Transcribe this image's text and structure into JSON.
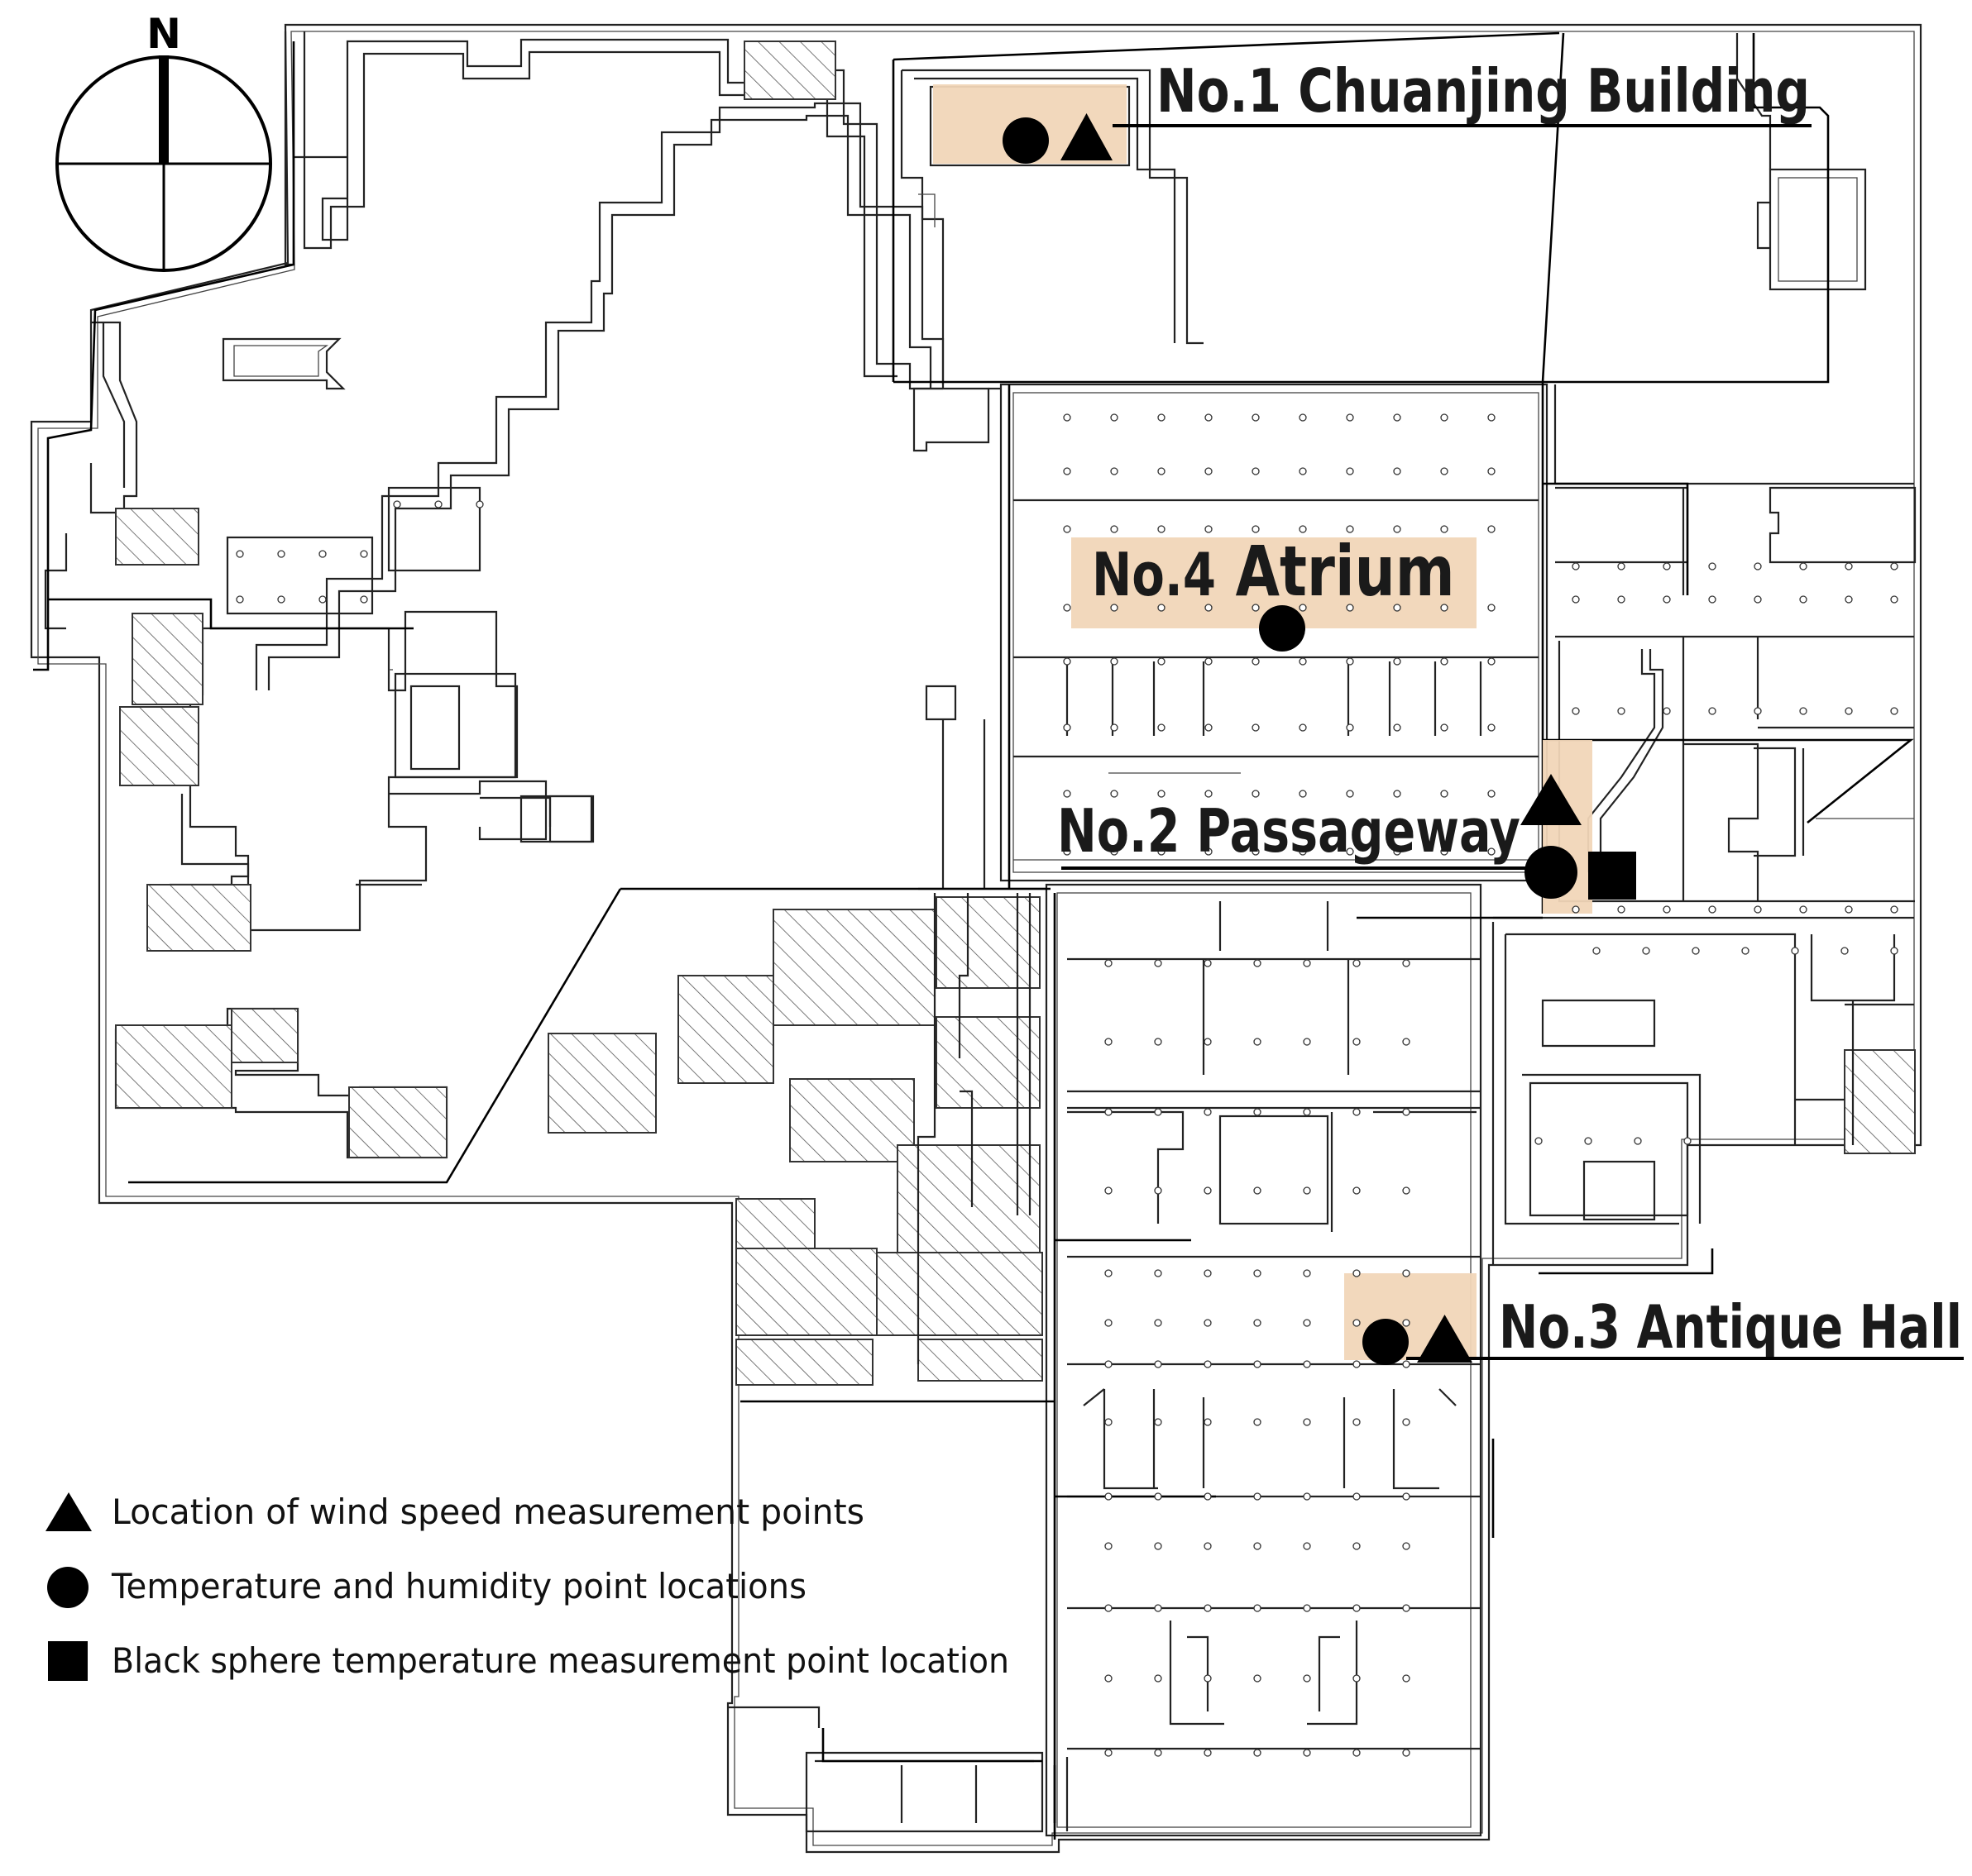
{
  "compass": {
    "north_label": "N"
  },
  "colors": {
    "zone_fill": "#f1d6b8",
    "marker": "#000000",
    "wall": "#222222"
  },
  "locations": [
    {
      "id": "chuanjing",
      "label": "No.1 Chuanjing Building"
    },
    {
      "id": "passageway",
      "label": "No.2 Passageway"
    },
    {
      "id": "antique",
      "label": "No.3 Antique Hall"
    },
    {
      "id": "atrium",
      "number": "No.4",
      "name": "Atrium"
    }
  ],
  "legend": [
    {
      "icon": "triangle-icon",
      "text": "Location of wind speed measurement points"
    },
    {
      "icon": "circle-icon",
      "text": "Temperature and humidity point locations"
    },
    {
      "icon": "square-icon",
      "text": "Black sphere temperature measurement point location"
    }
  ]
}
